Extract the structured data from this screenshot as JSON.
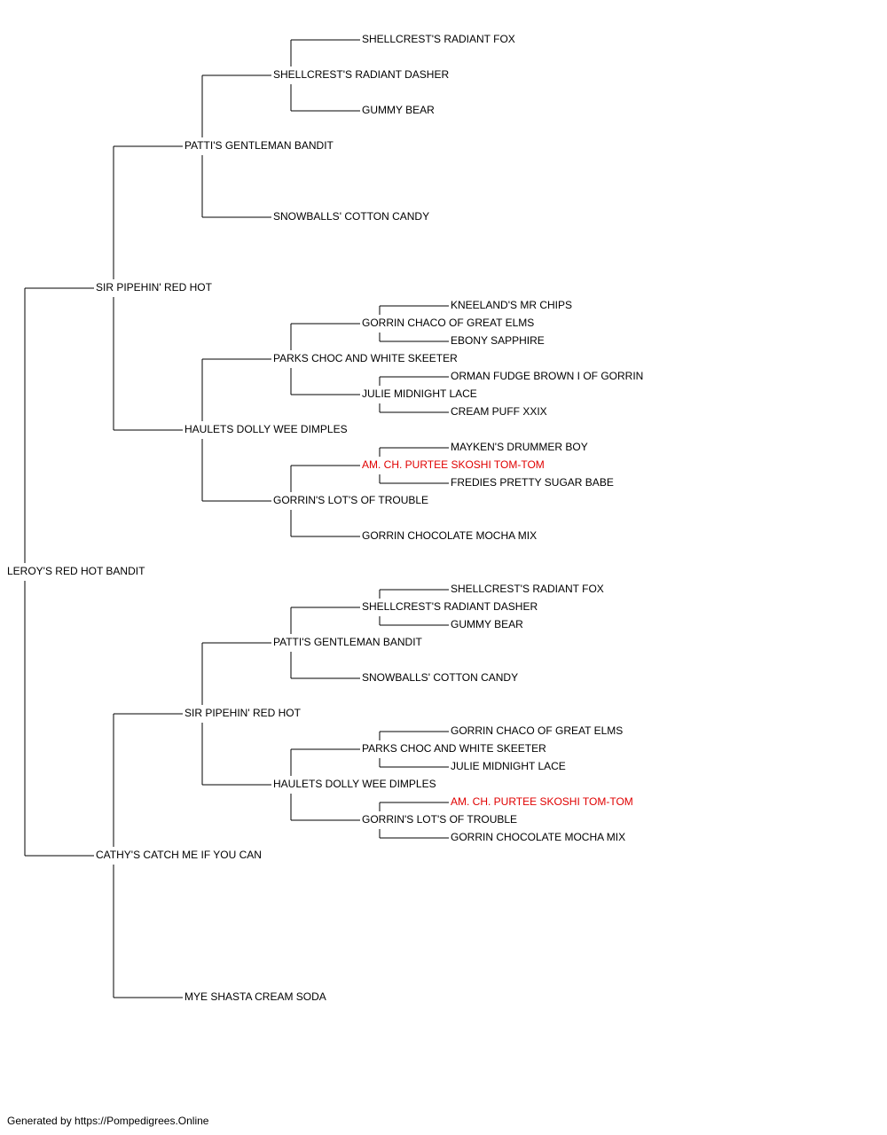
{
  "pedigree": {
    "name": "LEROY'S RED HOT BANDIT",
    "sire": {
      "name": "SIR PIPEHIN' RED HOT",
      "sire": {
        "name": "PATTI'S GENTLEMAN BANDIT",
        "sire": {
          "name": "SHELLCREST'S RADIANT DASHER",
          "sire": {
            "name": "SHELLCREST'S RADIANT FOX"
          },
          "dam": {
            "name": "GUMMY BEAR"
          }
        },
        "dam": {
          "name": "SNOWBALLS' COTTON CANDY"
        }
      },
      "dam": {
        "name": "HAULETS DOLLY WEE DIMPLES",
        "sire": {
          "name": "PARKS CHOC AND WHITE SKEETER",
          "sire": {
            "name": "GORRIN CHACO OF GREAT ELMS",
            "sire": {
              "name": "KNEELAND'S MR CHIPS"
            },
            "dam": {
              "name": "EBONY SAPPHIRE"
            }
          },
          "dam": {
            "name": "JULIE MIDNIGHT LACE",
            "sire": {
              "name": "ORMAN FUDGE BROWN I OF GORRIN"
            },
            "dam": {
              "name": "CREAM PUFF XXIX"
            }
          }
        },
        "dam": {
          "name": "GORRIN'S LOT'S OF TROUBLE",
          "sire": {
            "name": "AM. CH. PURTEE SKOSHI TOM-TOM",
            "titled": true,
            "sire": {
              "name": "MAYKEN'S DRUMMER BOY"
            },
            "dam": {
              "name": "FREDIES PRETTY SUGAR BABE"
            }
          },
          "dam": {
            "name": "GORRIN CHOCOLATE MOCHA MIX"
          }
        }
      }
    },
    "dam": {
      "name": "CATHY'S CATCH ME IF YOU CAN",
      "sire": {
        "name": "SIR PIPEHIN' RED HOT",
        "sire": {
          "name": "PATTI'S GENTLEMAN BANDIT",
          "sire": {
            "name": "SHELLCREST'S RADIANT DASHER",
            "sire": {
              "name": "SHELLCREST'S RADIANT FOX"
            },
            "dam": {
              "name": "GUMMY BEAR"
            }
          },
          "dam": {
            "name": "SNOWBALLS' COTTON CANDY"
          }
        },
        "dam": {
          "name": "HAULETS DOLLY WEE DIMPLES",
          "sire": {
            "name": "PARKS CHOC AND WHITE SKEETER",
            "sire": {
              "name": "GORRIN CHACO OF GREAT ELMS"
            },
            "dam": {
              "name": "JULIE MIDNIGHT LACE"
            }
          },
          "dam": {
            "name": "GORRIN'S LOT'S OF TROUBLE",
            "sire": {
              "name": "AM. CH. PURTEE SKOSHI TOM-TOM",
              "titled": true
            },
            "dam": {
              "name": "GORRIN CHOCOLATE MOCHA MIX"
            }
          }
        }
      },
      "dam": {
        "name": "MYE SHASTA CREAM SODA"
      }
    }
  },
  "colors": {
    "line": "#000000",
    "text": "#000000",
    "titled": "#e00000"
  },
  "footer": {
    "text": "Generated by https://Pompedigrees.Online"
  }
}
